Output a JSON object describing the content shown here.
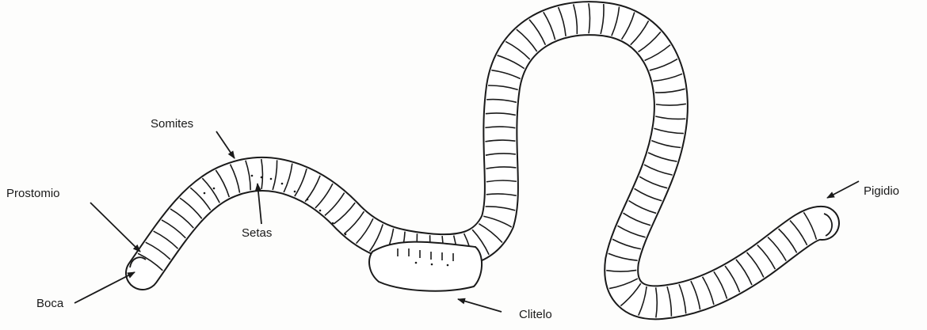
{
  "labels": {
    "somites": "Somites",
    "prostomio": "Prostomio",
    "setas": "Setas",
    "boca": "Boca",
    "clitelo": "Clitelo",
    "pigidio": "Pigidio"
  },
  "colors": {
    "ink": "#1a1a1a",
    "body_fill": "#ffffff"
  }
}
